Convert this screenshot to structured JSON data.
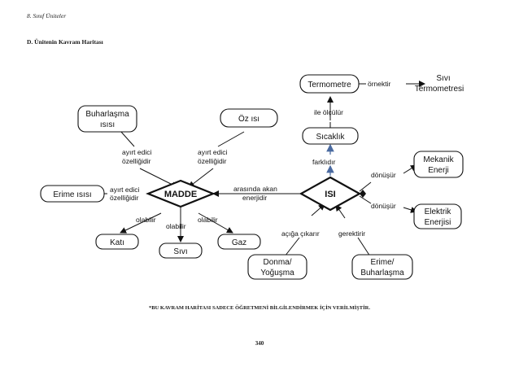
{
  "header": {
    "unit": "8. Sınıf Üniteler",
    "title": "D. Ünitenin Kavram Haritası"
  },
  "nodes": {
    "madde": "MADDE",
    "isi": "ISI",
    "buharlasma_isisi_1": "Buharlaşma",
    "buharlasma_isisi_2": "ısısı",
    "oz_isi": "Öz ısı",
    "erime_isisi": "Erime ısısı",
    "kati": "Katı",
    "sivi": "Sıvı",
    "gaz": "Gaz",
    "termometre": "Termometre",
    "sivi_termometresi_1": "Sıvı",
    "sivi_termometresi_2": "Termometresi",
    "sicaklik": "Sıcaklık",
    "mekanik_1": "Mekanik",
    "mekanik_2": "Enerji",
    "elektrik_1": "Elektrik",
    "elektrik_2": "Enerjisi",
    "donma_1": "Donma/",
    "donma_2": "Yoğuşma",
    "erime_buh_1": "Erime/",
    "erime_buh_2": "Buharlaşma"
  },
  "links": {
    "ayirt_1": "ayırt edici",
    "ayirt_2": "özelliğidir",
    "olabilir": "olabilir",
    "arasinda_1": "arasında akan",
    "arasinda_2": "enerjidir",
    "farklidir": "farklıdır",
    "ile_olculur": "ile ölçülür",
    "ornektir": "örnektir",
    "donusur": "dönüşür",
    "aciga_cikarir": "açığa çıkarır",
    "gerektirir": "gerektirir"
  },
  "footer": {
    "note": "*BU KAVRAM HARİTASI SADECE ÖĞRETMENİ BİLGİLENDİRMEK İÇİN VERİLMİŞTİR.",
    "page_number": "340"
  }
}
